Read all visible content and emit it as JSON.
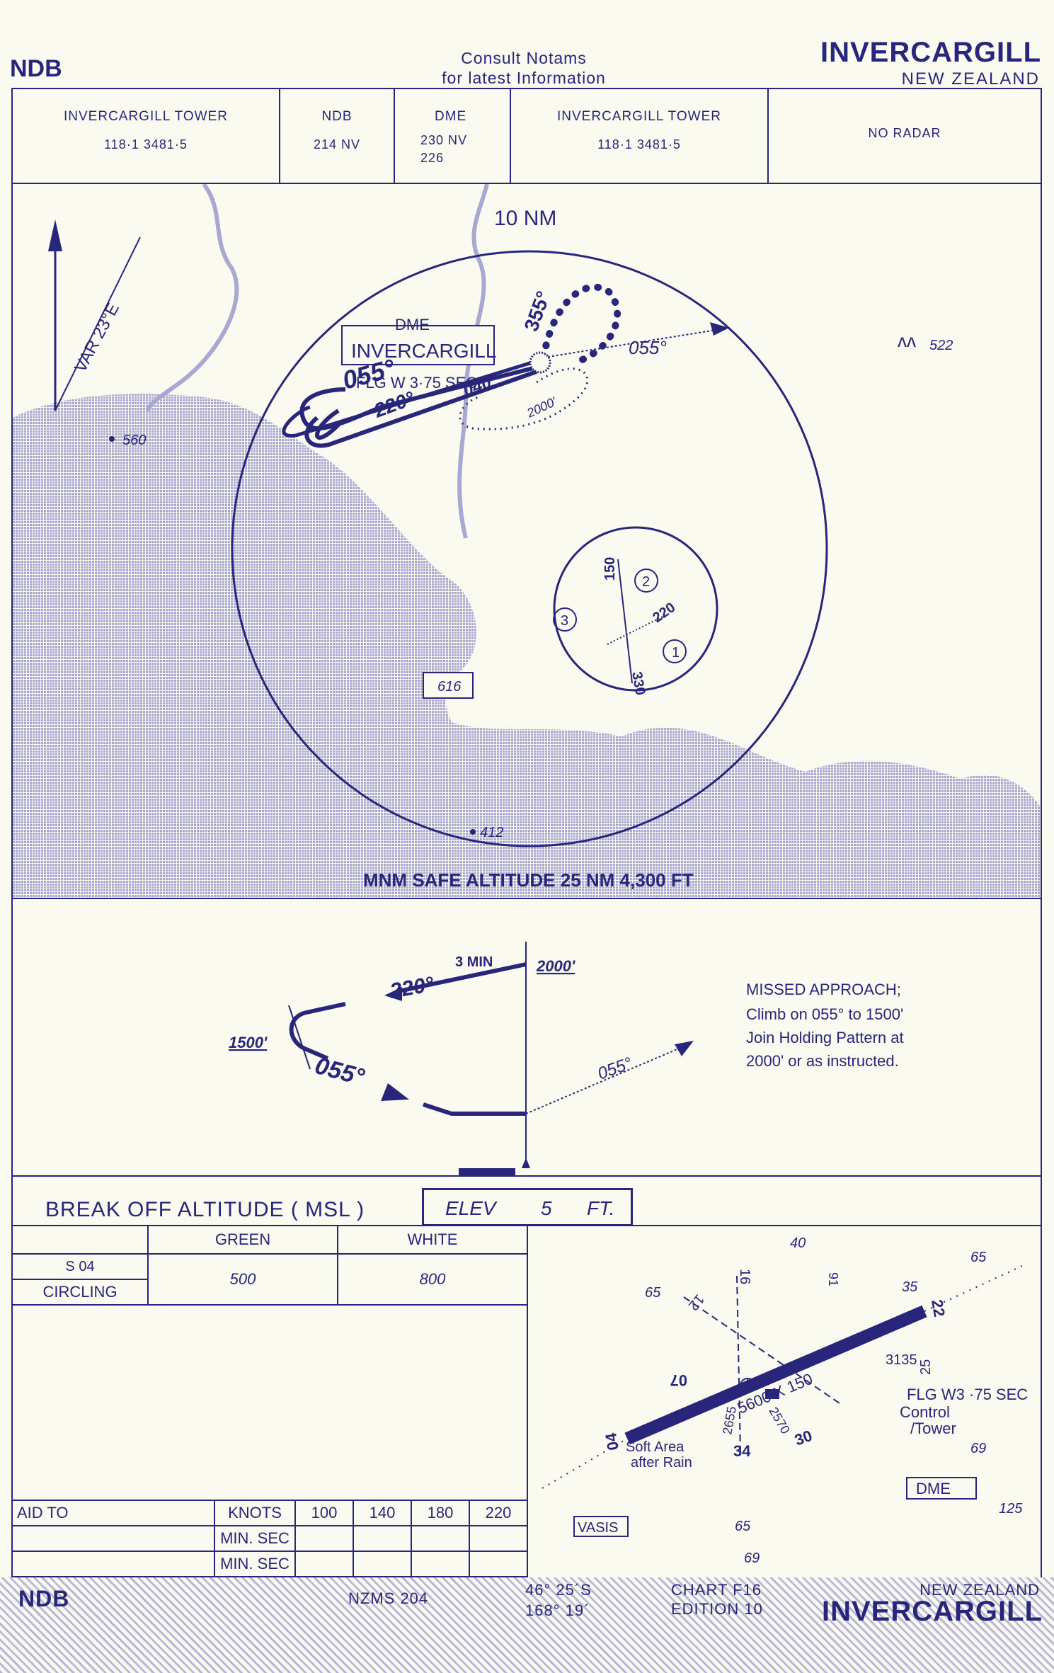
{
  "header": {
    "procedure": "NDB",
    "notice_line1": "Consult  Notams",
    "notice_line2": "for latest  Information",
    "airport": "INVERCARGILL",
    "country": "NEW ZEALAND"
  },
  "frequencies": [
    {
      "title": "INVERCARGILL  TOWER",
      "value": "118·1        3481·5"
    },
    {
      "title": "NDB",
      "value": "214  NV"
    },
    {
      "title": "DME",
      "value": "230  NV",
      "value2": "226"
    },
    {
      "title": "INVERCARGILL  TOWER",
      "value": "118·1        3481·5"
    },
    {
      "title": "",
      "value": "NO  RADAR"
    }
  ],
  "plan_view": {
    "range_ring": "10 NM",
    "variation": "VAR  23°E",
    "dme_label": "DME",
    "dme_name": "INVERCARGILL",
    "beacon": "FLG W 3·75 SEC",
    "inbound": "055°",
    "outbound": "220°",
    "outbound_small": "040°",
    "holding_inbound": "355°",
    "missed_track": "055°",
    "hold_alt": "2000'",
    "spot_heights": [
      "560",
      "522",
      "616",
      "412"
    ],
    "msa": "MNM SAFE ALTITUDE 25 NM  4,300 FT",
    "sector_entry": {
      "labels": [
        "150",
        "220",
        "330"
      ],
      "sectors": [
        "1",
        "2",
        "3"
      ]
    }
  },
  "profile": {
    "time": "3 MIN",
    "alt_top": "2000'",
    "alt_turn": "1500'",
    "outbound": "220°",
    "inbound": "055°",
    "missed": "055°",
    "missed_title": "MISSED  APPROACH;",
    "missed_line1": "Climb  on  055°  to 1500'",
    "missed_line2": "Join  Holding  Pattern  at",
    "missed_line3": "2000'  or  as  instructed."
  },
  "minima": {
    "title": "BREAK  OFF  ALTITUDE  ( MSL )",
    "elev_label": "ELEV",
    "elev_value": "5",
    "elev_unit": "FT.",
    "col_green": "GREEN",
    "col_white": "WHITE",
    "row1": "S 04",
    "row2": "CIRCLING",
    "green_value": "500",
    "white_value": "800"
  },
  "aid_table": {
    "label": "AID TO",
    "knots": "KNOTS",
    "speeds": [
      "100",
      "140",
      "180",
      "220"
    ],
    "rows": [
      "MIN. SEC",
      "MIN. SEC"
    ]
  },
  "aerodrome": {
    "runway_dims": "5600 X 150",
    "rwy_04": "04",
    "rwy_22": "22",
    "rwy_07": "07",
    "rwy_25": "25",
    "rwy_12": "12",
    "rwy_30": "30",
    "rwy_16": "16",
    "rwy_34": "34",
    "len_3135": "3135",
    "len_2655": "2655",
    "len_2570": "2570",
    "beacon": "FLG W3 ·75 SEC",
    "control": "Control",
    "tower": "/Tower",
    "soft1": "Soft Area",
    "soft2": "after Rain",
    "dme": "DME",
    "vasis": "VASIS",
    "obstacles": [
      "40",
      "65",
      "65",
      "35",
      "69",
      "125",
      "65",
      "69",
      "91"
    ]
  },
  "footer": {
    "procedure": "NDB",
    "map_ref": "NZMS  204",
    "lat": "46°  25´S",
    "lon": "168°  19´",
    "chart": "CHART  F16",
    "edition": "EDITION  10",
    "country": "NEW  ZEALAND",
    "airport": "INVERCARGILL"
  },
  "colors": {
    "ink": "#27267a",
    "paper": "#fbfaf1",
    "land": "#a9a8d2"
  }
}
